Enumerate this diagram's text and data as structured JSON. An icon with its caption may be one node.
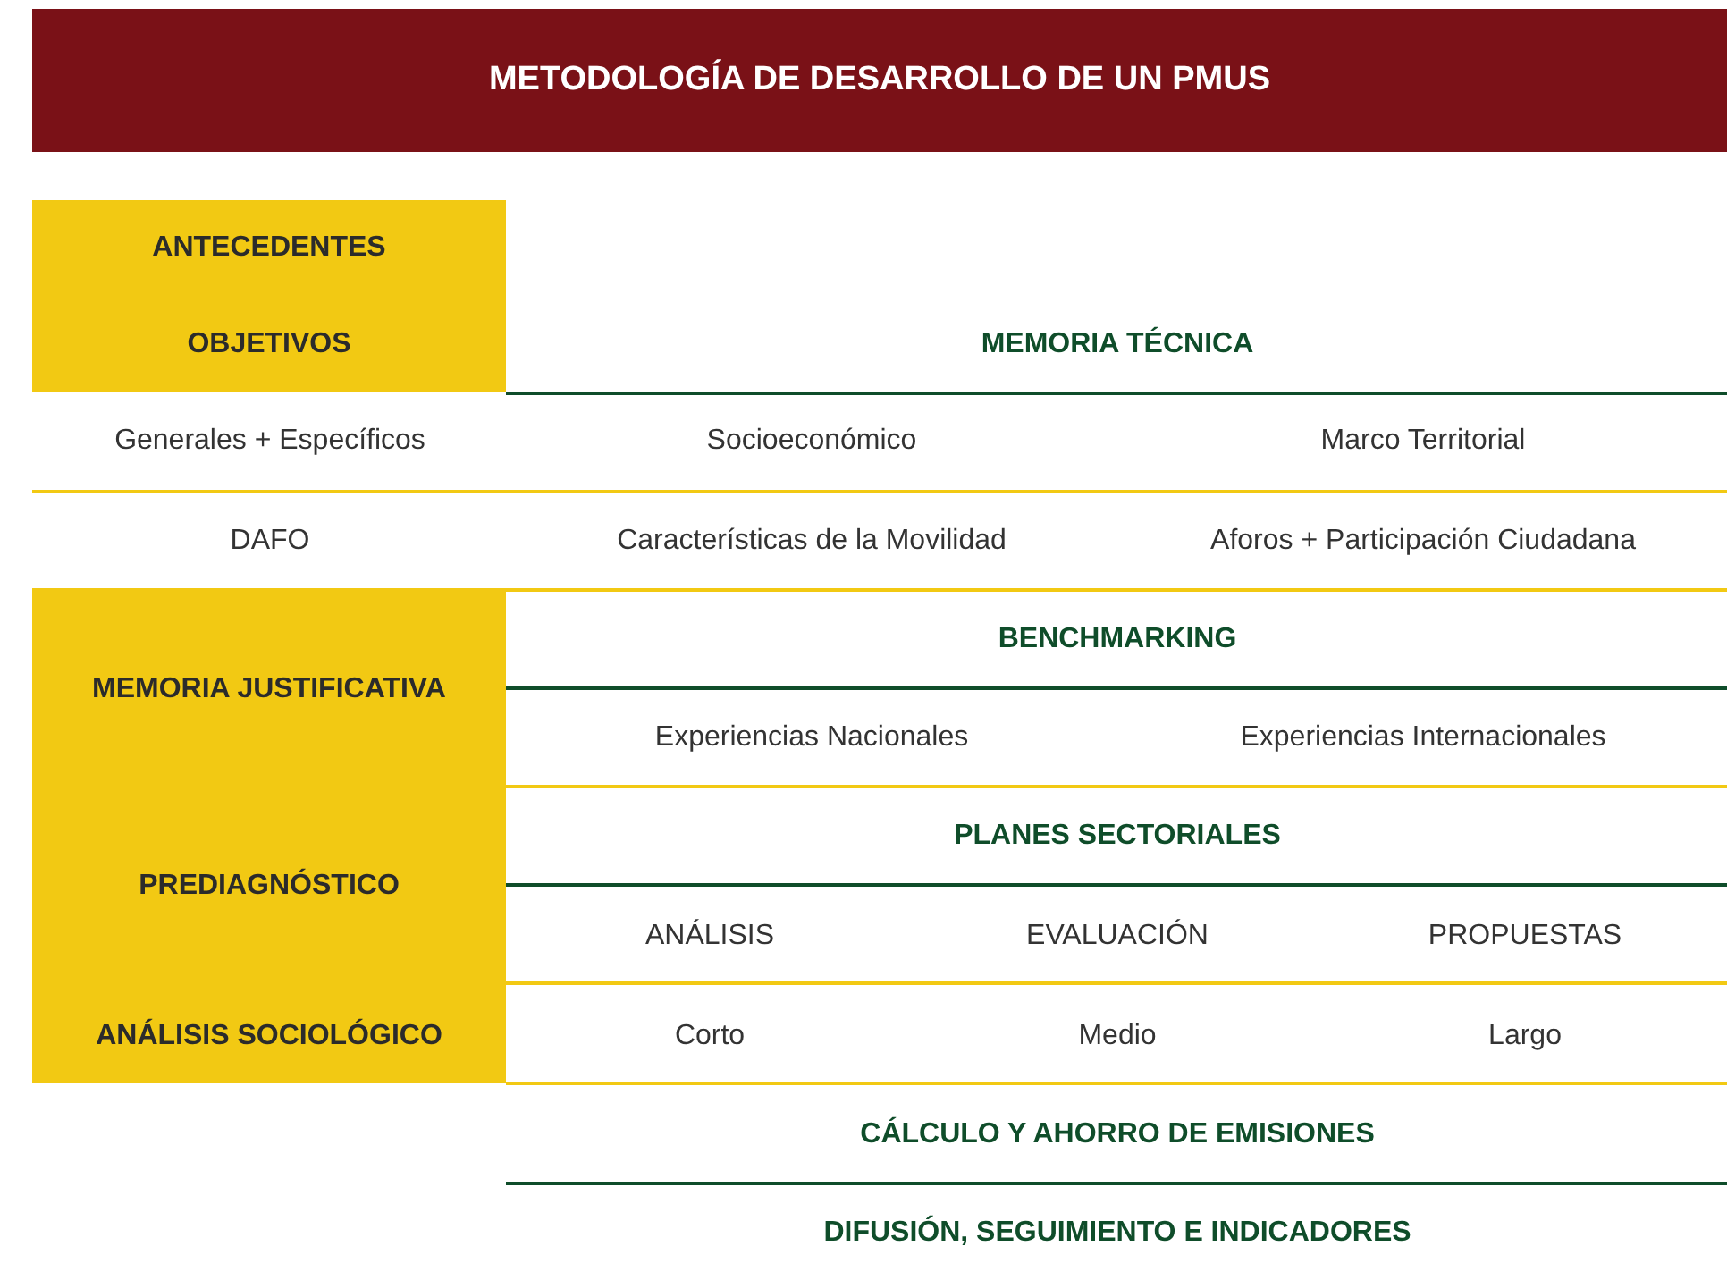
{
  "diagram": {
    "title": "METODOLOGÍA DE DESARROLLO DE UN PMUS",
    "nodes": [
      {
        "text": [
          "ANTECEDENTES",
          "OBJETIVOS"
        ]
      },
      {
        "text": [
          "MEMORIA JUSTIFICATIVA",
          "PREDIAGNÓSTICO",
          "ANÁLISIS SOCIOLÓGICO"
        ]
      }
    ],
    "labels": [
      "MEMORIA TÉCNICA",
      "Generales + Específicos",
      "Socioeconómico",
      "Marco Territorial",
      "DAFO",
      "Características de la Movilidad",
      "Aforos + Participación Ciudadana",
      "BENCHMARKING",
      "Experiencias Nacionales",
      "Experiencias Internacionales",
      "PLANES SECTORIALES",
      "ANÁLISIS",
      "EVALUACIÓN",
      "PROPUESTAS",
      "Corto",
      "Medio",
      "Largo",
      "CÁLCULO Y AHORRO DE EMISIONES",
      "DIFUSIÓN, SEGUIMIENTO E INDICADORES"
    ]
  }
}
